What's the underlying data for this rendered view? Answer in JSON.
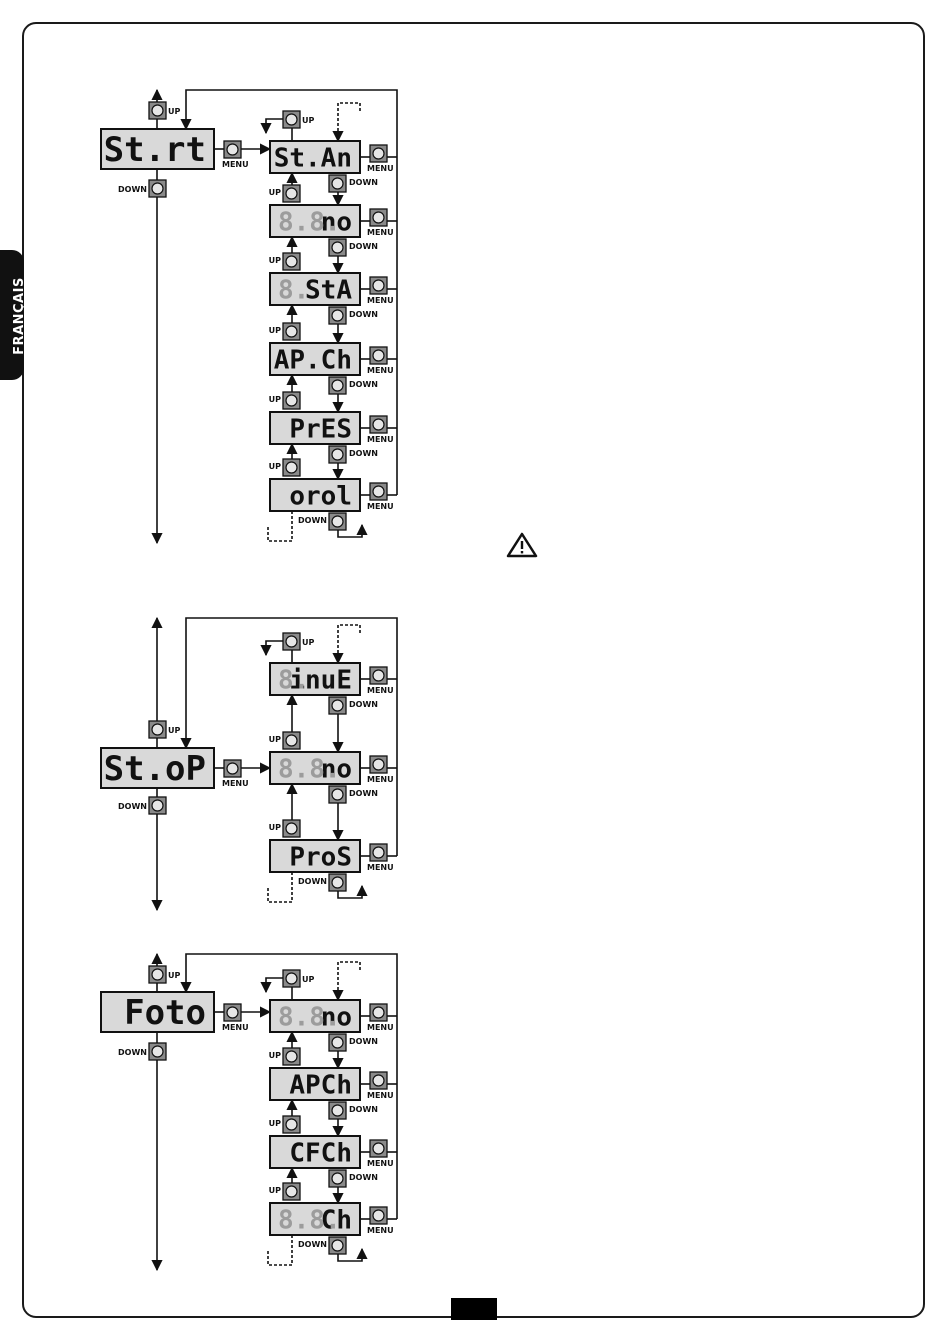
{
  "language_tab": "FRANÇAIS",
  "buttons": {
    "up": "UP",
    "down": "DOWN",
    "menu": "MENU"
  },
  "diagrams": [
    {
      "main_display": "St.rt",
      "options": [
        {
          "display": "St.An",
          "dim_chars": 0
        },
        {
          "display": "no",
          "dim_chars": 2
        },
        {
          "display": "StA",
          "dim_chars": 1
        },
        {
          "display": "AP.Ch",
          "dim_chars": 0
        },
        {
          "display": "PrES",
          "dim_chars": 0
        },
        {
          "display": "orol",
          "dim_chars": 0
        }
      ]
    },
    {
      "main_display": "St.oP",
      "options": [
        {
          "display": "inuE",
          "dim_chars": 1
        },
        {
          "display": "no",
          "dim_chars": 2
        },
        {
          "display": "ProS",
          "dim_chars": 0
        }
      ]
    },
    {
      "main_display": "Foto",
      "options": [
        {
          "display": "no",
          "dim_chars": 2
        },
        {
          "display": "APCh",
          "dim_chars": 0
        },
        {
          "display": "CFCh",
          "dim_chars": 0
        },
        {
          "display": "Ch",
          "dim_chars": 2
        }
      ]
    }
  ],
  "warning_icon": "warning-triangle-icon",
  "colors": {
    "lcd_bg": "#d9d9d9",
    "button_bg": "#8a8a8a",
    "line": "#111111"
  }
}
